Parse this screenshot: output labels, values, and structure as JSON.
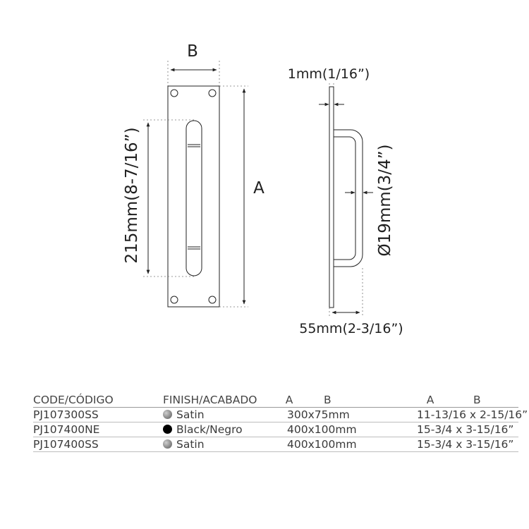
{
  "diagram": {
    "label_b": "B",
    "label_a": "A",
    "height_label": "215mm(8-7/16”)",
    "thickness_label": "1mm(1/16”)",
    "diameter_label": "Ø19mm(3/4”)",
    "projection_label": "55mm(2-3/16”)"
  },
  "table": {
    "headers": {
      "code": "CODE/CÓDIGO",
      "finish": "FINISH/ACABADO",
      "a_mm": "A",
      "b_mm": "B",
      "a_in": "A",
      "b_in": "B"
    },
    "rows": [
      {
        "code": "PJ107300SS",
        "finish": "Satin",
        "swatch": "satin-swatch-icon",
        "size_mm": "300x75mm",
        "size_in": "11-13/16 x 2-15/16”"
      },
      {
        "code": "PJ107400NE",
        "finish": "Black/Negro",
        "swatch": "black-swatch-icon",
        "size_mm": "400x100mm",
        "size_in": "15-3/4 x 3-15/16”"
      },
      {
        "code": "PJ107400SS",
        "finish": "Satin",
        "swatch": "satin-swatch-icon",
        "size_mm": "400x100mm",
        "size_in": "15-3/4 x 3-15/16”"
      }
    ]
  },
  "colors": {
    "line": "#222222",
    "text": "#2b2b2b",
    "black_finish": "#000000",
    "satin_finish": "#8a8a8a"
  }
}
